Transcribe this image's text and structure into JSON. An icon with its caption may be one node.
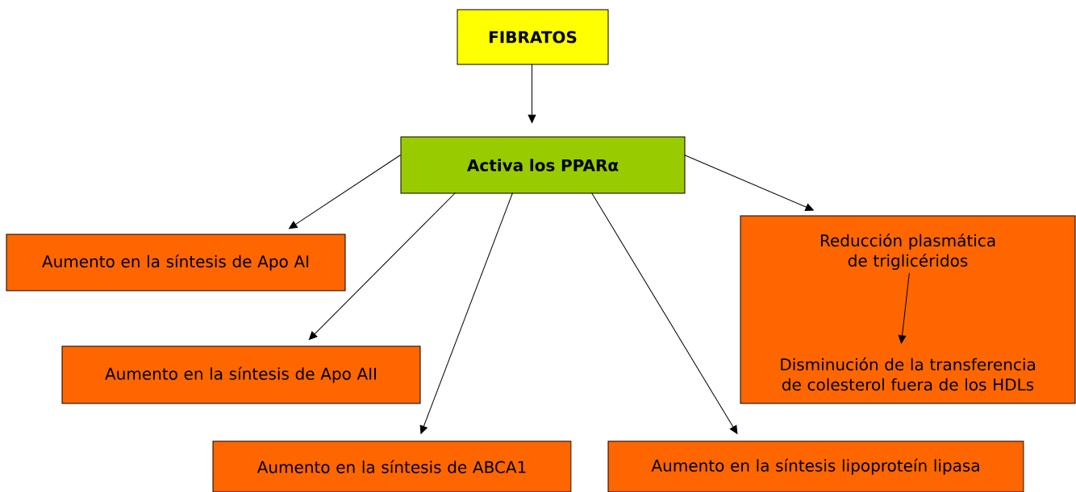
{
  "diagram": {
    "nodes": [
      {
        "text": [
          "FIBRATOS"
        ]
      },
      {
        "text": [
          "Activa los PPARα"
        ]
      },
      {
        "text": [
          "Aumento en la síntesis de Apo AI"
        ]
      },
      {
        "text": [
          "Aumento en la síntesis de Apo AII"
        ]
      },
      {
        "text": [
          "Aumento en la síntesis de ABCA1"
        ]
      },
      {
        "text": [
          "Aumento en la síntesis lipoproteín lipasa"
        ]
      },
      {
        "text": [],
        "shape": "box"
      },
      {
        "text": [
          "Reducción plasmática de triglicéridos"
        ],
        "in": 6
      },
      {
        "text": [
          "Disminución de la transferencia de colesterol fuera de los HDLs"
        ],
        "in": 6
      }
    ],
    "edges": [
      {
        "from": 0,
        "to": 1,
        "arrow": "to"
      },
      {
        "from": 1,
        "to": 2,
        "arrow": "to"
      },
      {
        "from": 1,
        "to": 3,
        "arrow": "to"
      },
      {
        "from": 1,
        "to": 4,
        "arrow": "to"
      },
      {
        "from": 1,
        "to": 5,
        "arrow": "to"
      },
      {
        "from": 1,
        "to": 6,
        "arrow": "to"
      },
      {
        "from": 7,
        "to": 8,
        "arrow": "to"
      }
    ]
  }
}
